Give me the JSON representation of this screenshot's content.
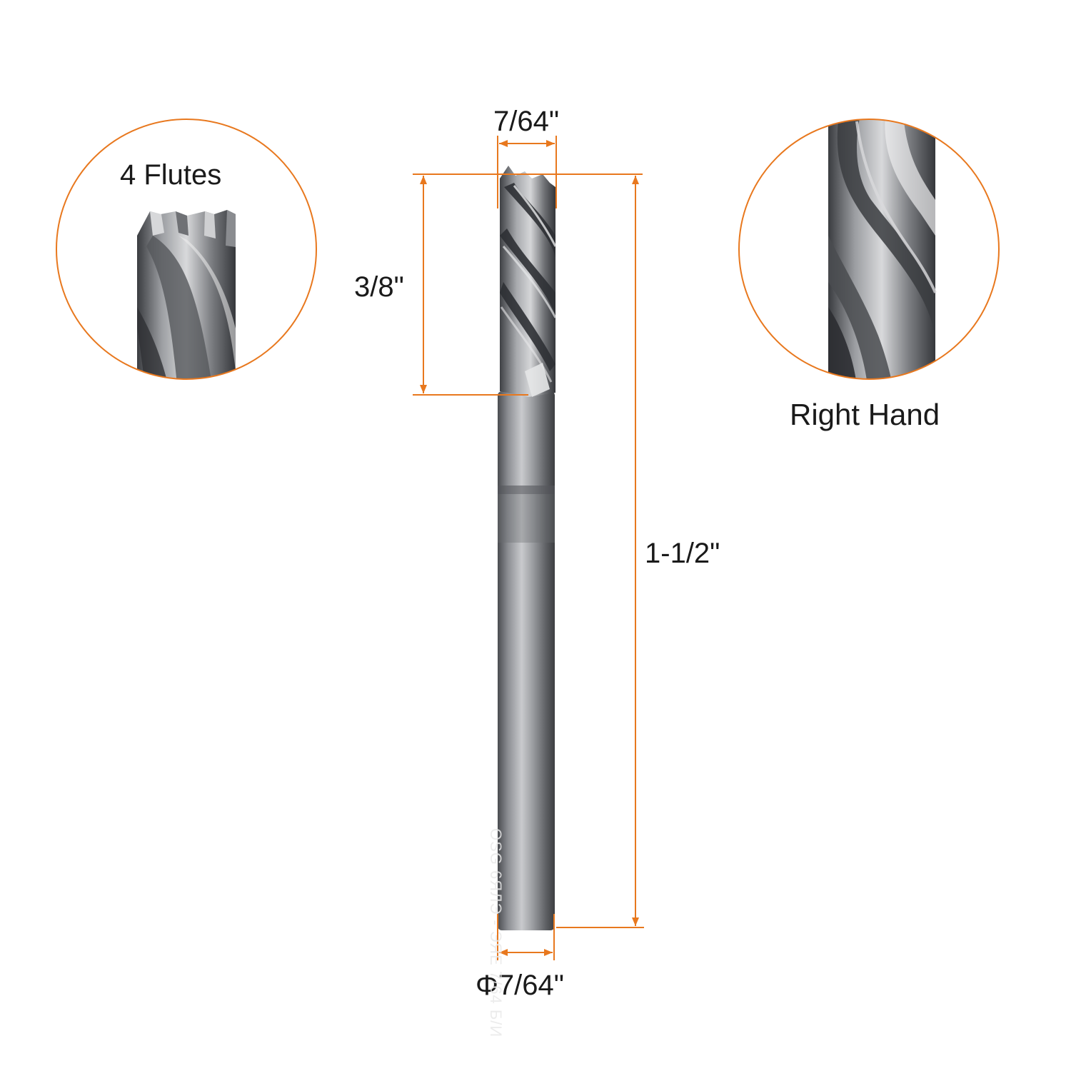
{
  "dimensions": {
    "cutting_diameter": "7/64\"",
    "flute_length": "3/8\"",
    "overall_length": "1-1/2\"",
    "shank_diameter": "Φ7/64\""
  },
  "callouts": {
    "flutes": "4 Flutes",
    "helix": "Right Hand"
  },
  "shank_marking": "OSG 6ЯЛЭ - ЭЯЕ 7/64 Б/И",
  "colors": {
    "dimension_line": "#e8781e",
    "circle_outline": "#e8781e",
    "tool_steel": "#7d7f84",
    "text": "#1a1a1a"
  },
  "icons": {
    "left_detail": "end-mill-tip-closeup",
    "right_detail": "spiral-flute-closeup"
  }
}
